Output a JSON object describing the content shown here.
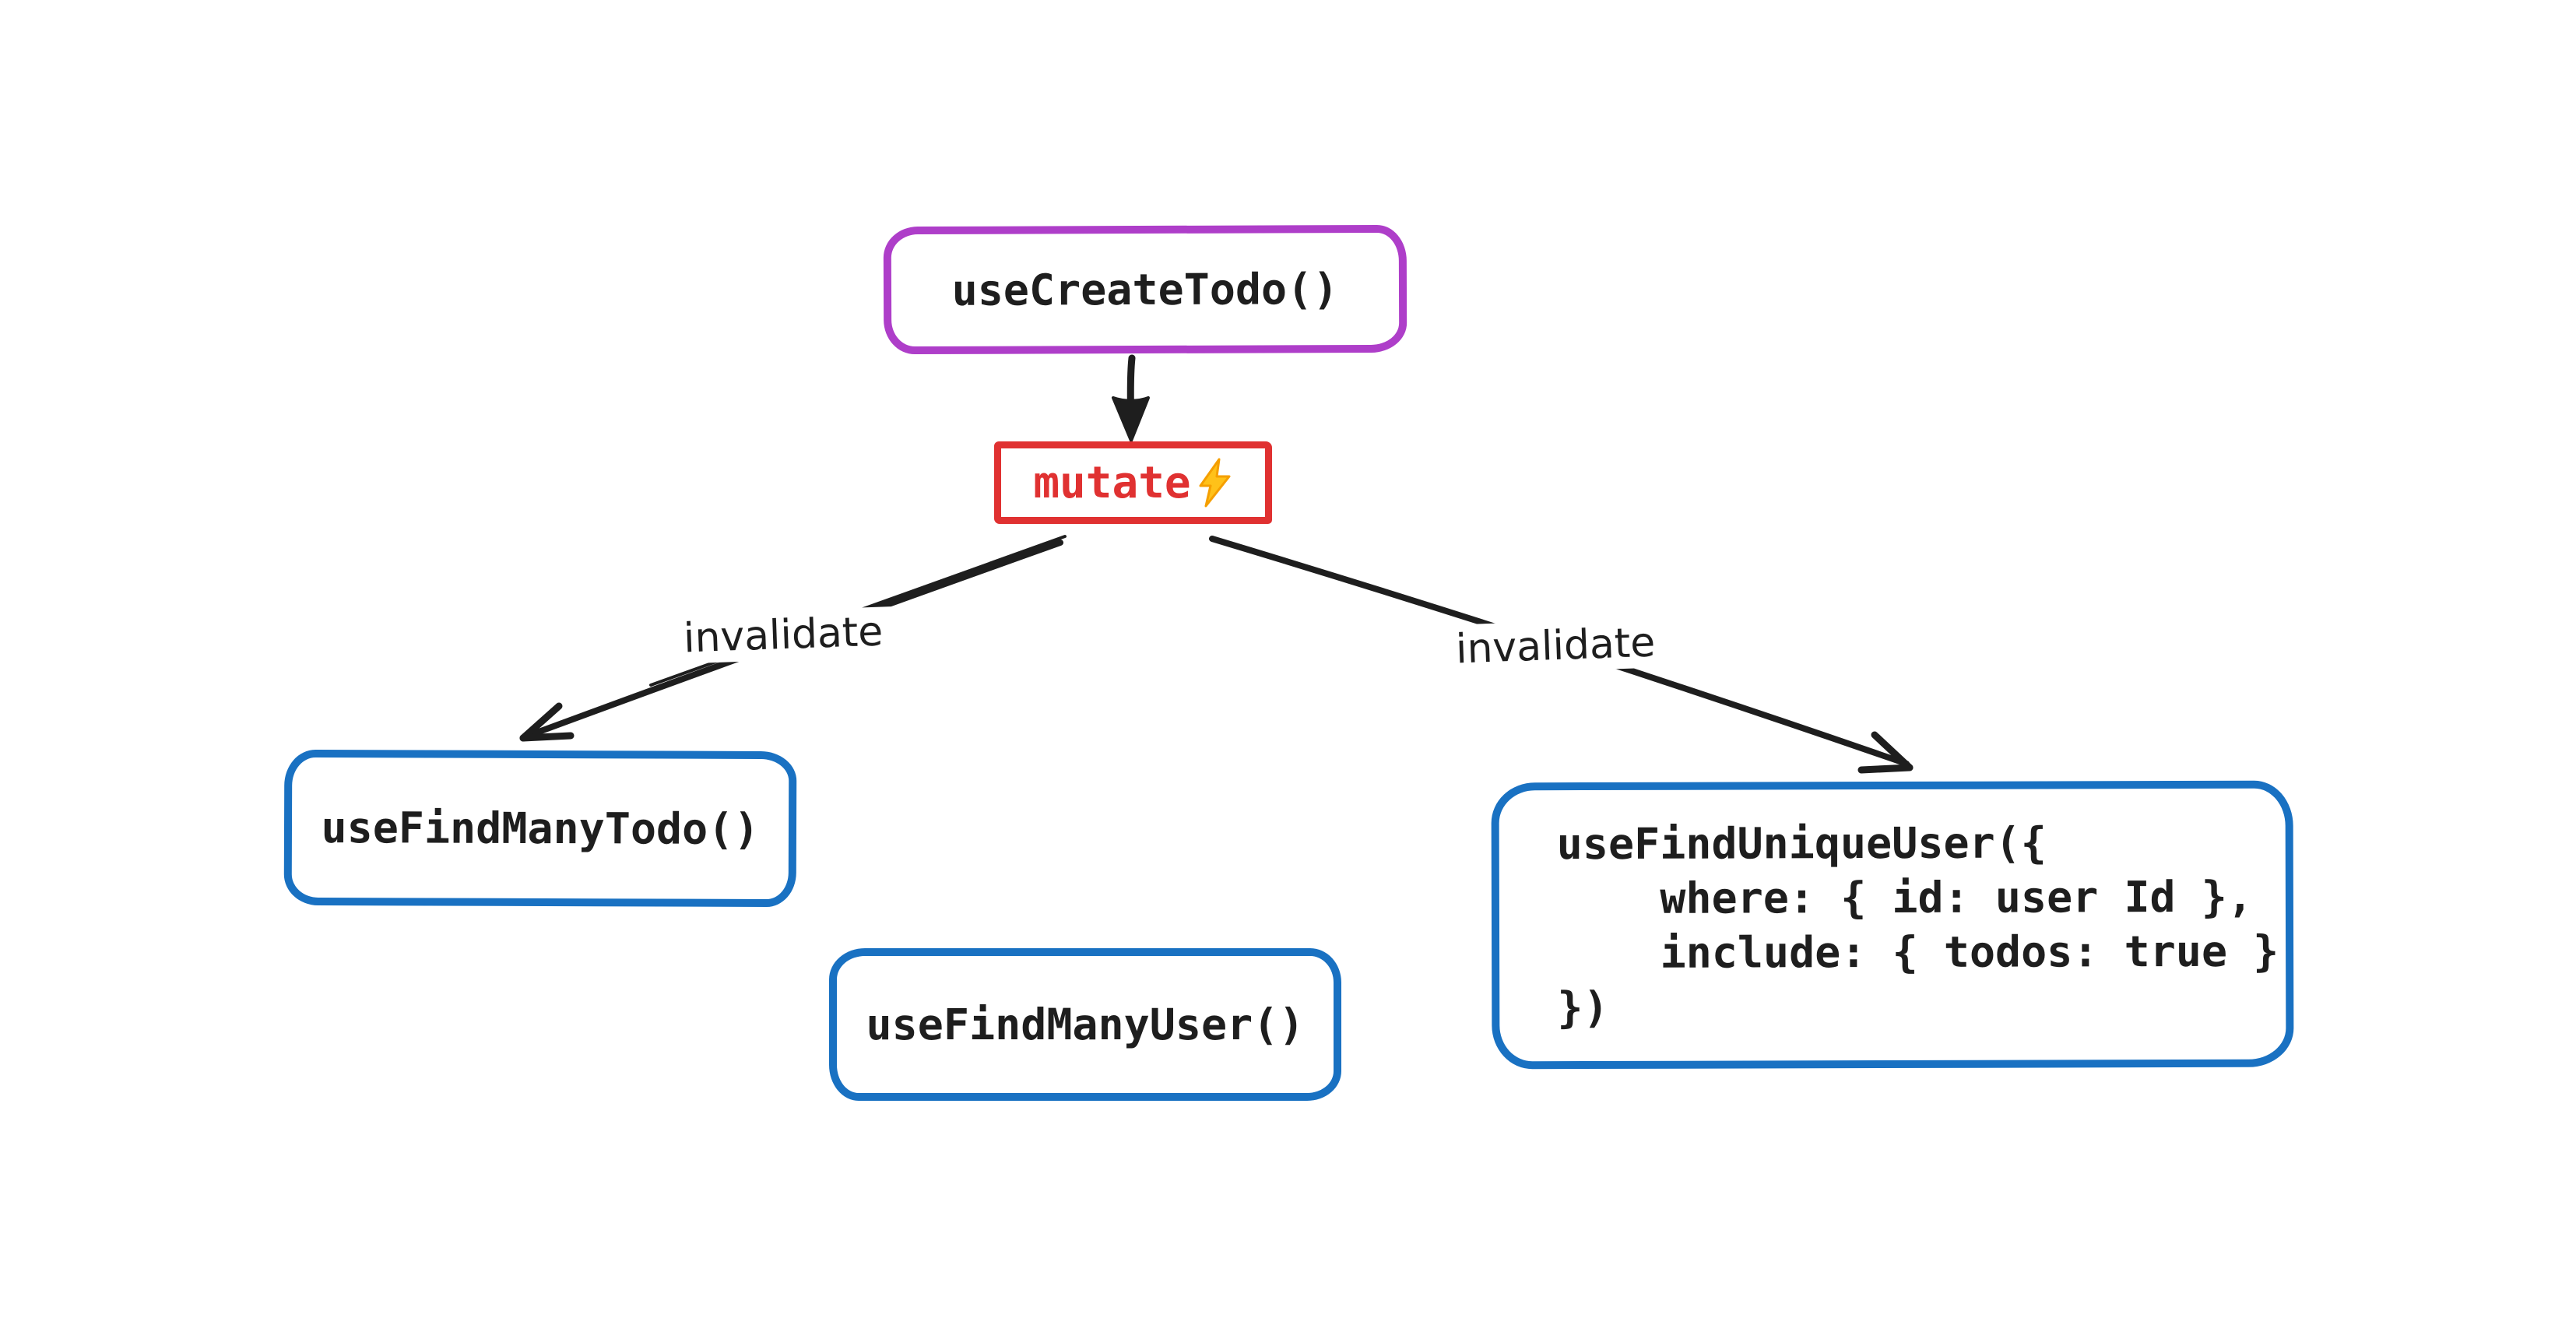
{
  "canvas": {
    "background": "#ffffff",
    "ink_color": "#1e1e1e"
  },
  "nodes": {
    "create_todo": {
      "label": "useCreateTodo()",
      "border_color": "#ae3ec9",
      "text_color": "#1e1e1e",
      "shape": "rounded-rectangle"
    },
    "mutate": {
      "label": "mutate",
      "icon": "lightning-icon",
      "icon_glyph": "⚡",
      "icon_color": "#ffc119",
      "border_color": "#e03131",
      "text_color": "#e03131",
      "shape": "rectangle"
    },
    "find_many_todo": {
      "label": "useFindManyTodo()",
      "border_color": "#1971c2",
      "text_color": "#1e1e1e",
      "shape": "rounded-rectangle"
    },
    "find_many_user": {
      "label": "useFindManyUser()",
      "border_color": "#1971c2",
      "text_color": "#1e1e1e",
      "shape": "rounded-rectangle"
    },
    "find_unique_user": {
      "lines": [
        "useFindUniqueUser({",
        "    where: { id: user Id },",
        "    include: { todos: true }",
        "})"
      ],
      "border_color": "#1971c2",
      "text_color": "#1e1e1e",
      "shape": "rounded-rectangle"
    }
  },
  "edges": {
    "stroke_color": "#1e1e1e",
    "create_to_mutate": {
      "from": "create_todo",
      "to": "mutate",
      "label": ""
    },
    "mutate_to_find_many_todo": {
      "from": "mutate",
      "to": "find_many_todo",
      "label": "invalidate"
    },
    "mutate_to_find_unique_user": {
      "from": "mutate",
      "to": "find_unique_user",
      "label": "invalidate"
    }
  }
}
